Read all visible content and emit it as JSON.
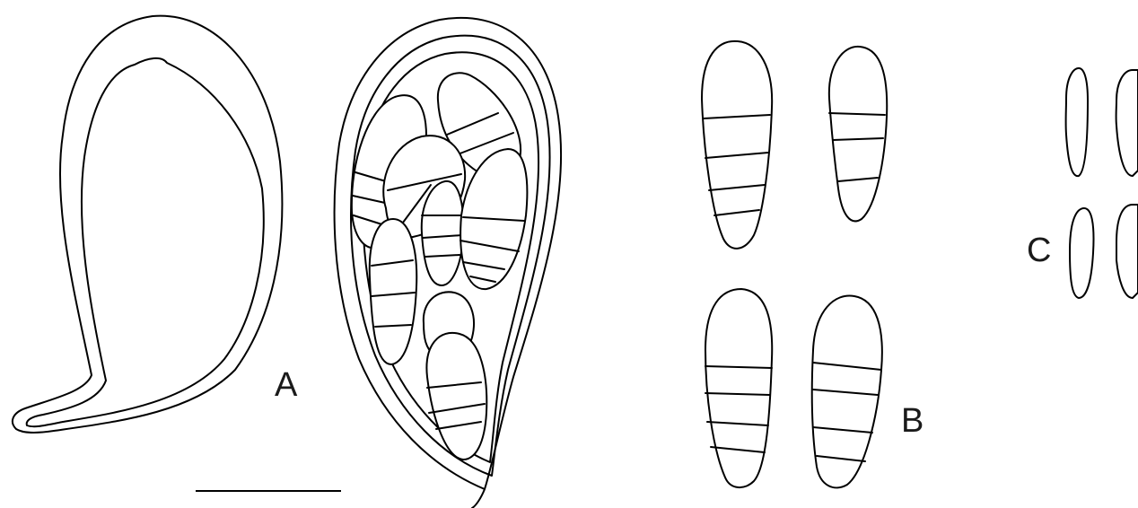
{
  "panels": {
    "a": {
      "label": "A"
    },
    "b": {
      "label": "B"
    },
    "c": {
      "label": "C"
    }
  },
  "colors": {
    "ink": "#000000",
    "background": "#ffffff"
  }
}
